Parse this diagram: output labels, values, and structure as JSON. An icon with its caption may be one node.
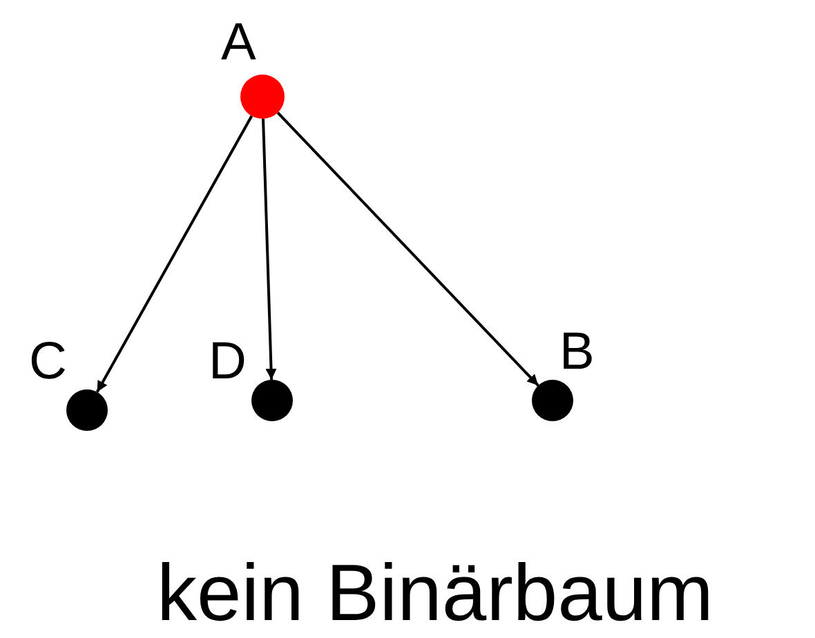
{
  "diagram": {
    "caption": "kein Binärbaum",
    "nodes": [
      {
        "text": [
          "A"
        ]
      },
      {
        "text": [
          "C"
        ]
      },
      {
        "text": [
          "D"
        ]
      },
      {
        "text": [
          "B"
        ]
      }
    ],
    "edges": [
      {
        "from": 0,
        "to": 1,
        "arrow": "to"
      },
      {
        "from": 0,
        "to": 2,
        "arrow": "to"
      },
      {
        "from": 0,
        "to": 3,
        "arrow": "to"
      }
    ]
  }
}
